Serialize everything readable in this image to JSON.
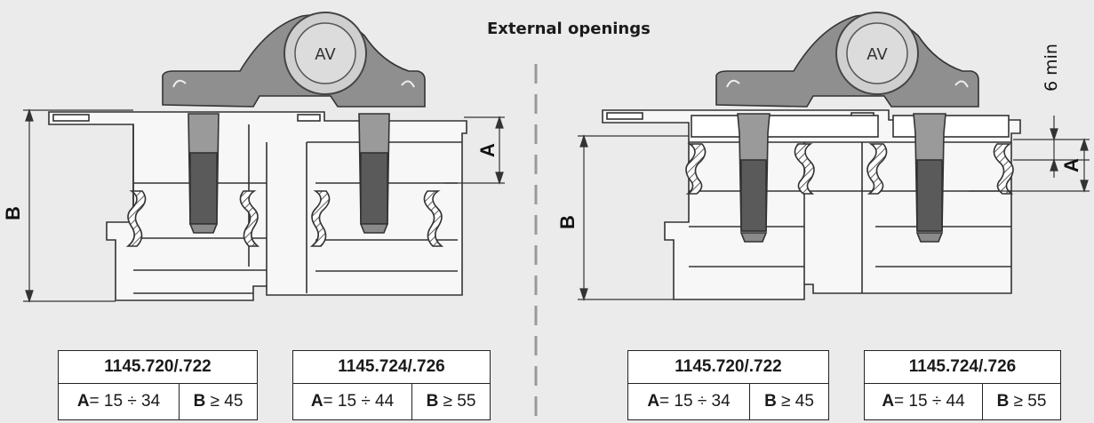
{
  "heading": "External openings",
  "dimensions": {
    "a": "A",
    "b": "B",
    "min": "6 min"
  },
  "tables": [
    {
      "code": "1145.720/.722",
      "a_label": "A",
      "a_value": "= 15 ÷ 34",
      "b_label": "B",
      "b_value": "≥ 45"
    },
    {
      "code": "1145.724/.726",
      "a_label": "A",
      "a_value": "= 15 ÷ 44",
      "b_label": "B",
      "b_value": "≥ 55"
    },
    {
      "code": "1145.720/.722",
      "a_label": "A",
      "a_value": "= 15 ÷ 34",
      "b_label": "B",
      "b_value": "≥ 45"
    },
    {
      "code": "1145.724/.726",
      "a_label": "A",
      "a_value": "= 15 ÷ 44",
      "b_label": "B",
      "b_value": "≥ 55"
    }
  ]
}
